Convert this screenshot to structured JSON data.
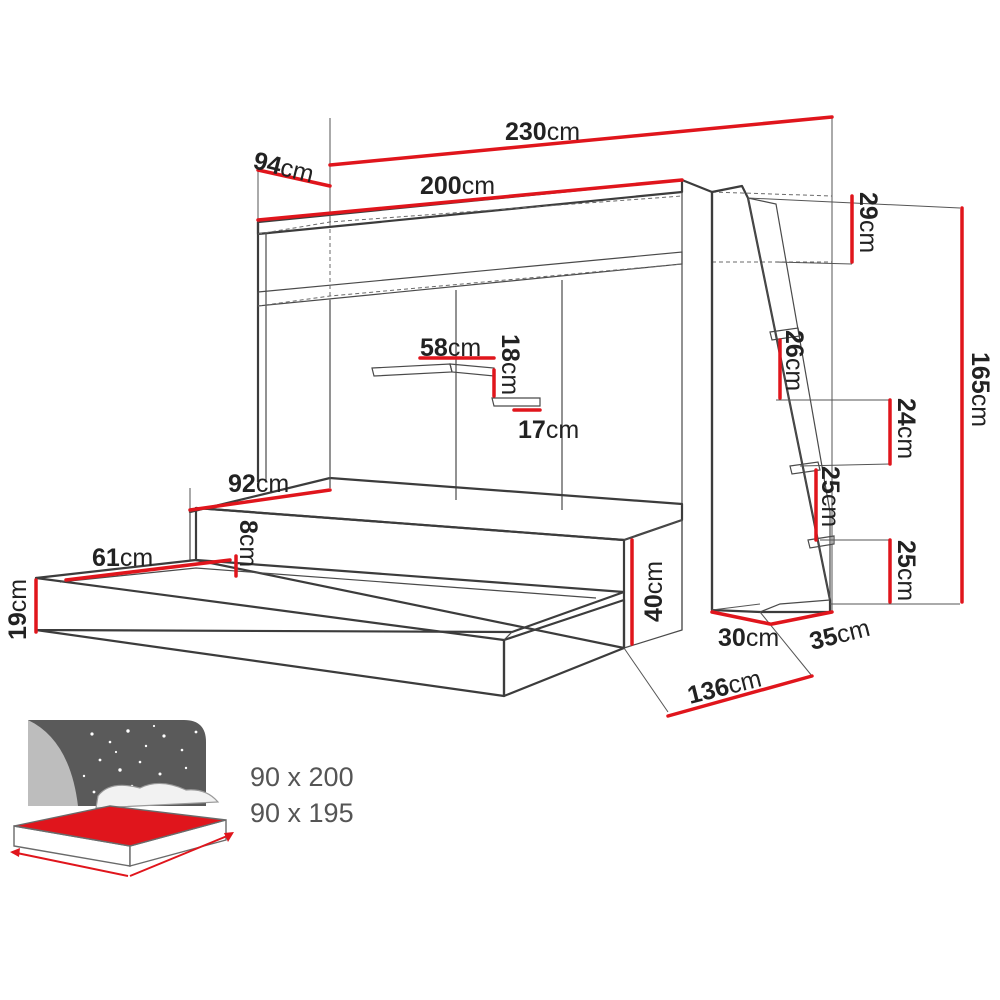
{
  "dimensions": {
    "d230": {
      "value": "230",
      "unit": "cm"
    },
    "d200": {
      "value": "200",
      "unit": "cm"
    },
    "d94": {
      "value": "94",
      "unit": "cm"
    },
    "d29": {
      "value": "29",
      "unit": "cm"
    },
    "d165": {
      "value": "165",
      "unit": "cm"
    },
    "d58": {
      "value": "58",
      "unit": "cm"
    },
    "d18": {
      "value": "18",
      "unit": "cm"
    },
    "d17": {
      "value": "17",
      "unit": "cm"
    },
    "d26": {
      "value": "26",
      "unit": "cm"
    },
    "d24": {
      "value": "24",
      "unit": "cm"
    },
    "d25a": {
      "value": "25",
      "unit": "cm"
    },
    "d25b": {
      "value": "25",
      "unit": "cm"
    },
    "d92": {
      "value": "92",
      "unit": "cm"
    },
    "d8": {
      "value": "8",
      "unit": "cm"
    },
    "d61": {
      "value": "61",
      "unit": "cm"
    },
    "d19": {
      "value": "19",
      "unit": "cm"
    },
    "d40": {
      "value": "40",
      "unit": "cm"
    },
    "d30": {
      "value": "30",
      "unit": "cm"
    },
    "d35": {
      "value": "35",
      "unit": "cm"
    },
    "d136": {
      "value": "136",
      "unit": "cm"
    }
  },
  "mattress_sizes": [
    "90 x 200",
    "90 x 195"
  ],
  "colors": {
    "dimension_line": "#e0151c",
    "outline": "#3c3c3c",
    "mattress_red": "#e0151c",
    "night_panel": "#5a5a5a"
  },
  "icons": {
    "mattress": "mattress-night-sky-icon"
  }
}
